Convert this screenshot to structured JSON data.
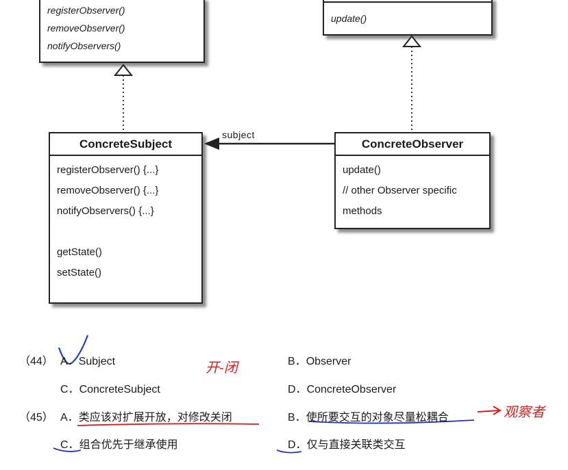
{
  "diagram": {
    "subject_interface": {
      "methods": [
        "registerObserver()",
        "removeObserver()",
        "notifyObservers()"
      ]
    },
    "observer_interface": {
      "methods": [
        "update()"
      ]
    },
    "concrete_subject": {
      "title": "ConcreteSubject",
      "methods": [
        "registerObserver() {...}",
        "removeObserver() {...}",
        "notifyObservers() {...}",
        "",
        "getState()",
        "setState()"
      ]
    },
    "concrete_observer": {
      "title": "ConcreteObserver",
      "methods": [
        "update()",
        "// other Observer specific",
        "methods"
      ]
    },
    "association_label": "subject"
  },
  "questions": [
    {
      "number": "（44）",
      "options": [
        {
          "letter": "A．",
          "text": "Subject"
        },
        {
          "letter": "B．",
          "text": "Observer"
        },
        {
          "letter": "C．",
          "text": "ConcreteSubject"
        },
        {
          "letter": "D．",
          "text": "ConcreteObserver"
        }
      ]
    },
    {
      "number": "（45）",
      "options": [
        {
          "letter": "A．",
          "text": "类应该对扩展开放，对修改关闭"
        },
        {
          "letter": "B．",
          "text": "使所要交互的对象尽量松耦合"
        },
        {
          "letter": "C．",
          "text": "组合优先于继承使用"
        },
        {
          "letter": "D．",
          "text": "仅与直接关联类交互"
        }
      ]
    }
  ],
  "annotations": {
    "note_44": "开-闭",
    "note_45": "观察者"
  },
  "colors": {
    "ink_red": "#d22020",
    "ink_blue": "#2233bb",
    "check_blue": "#1f3fbf"
  }
}
